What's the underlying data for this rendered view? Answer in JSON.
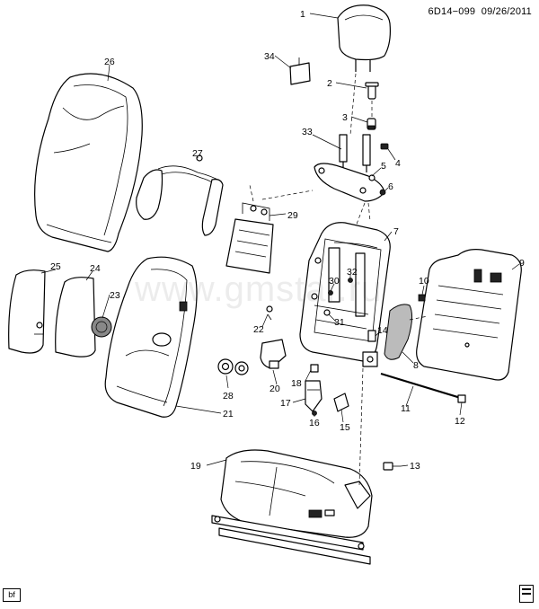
{
  "header": {
    "code": "6D14−099",
    "date": "09/26/2011"
  },
  "footer": {
    "tag": "bf"
  },
  "watermark": "www.gmstar.ru",
  "callouts": [
    "1",
    "2",
    "3",
    "4",
    "5",
    "6",
    "7",
    "8",
    "9",
    "10",
    "11",
    "12",
    "13",
    "14",
    "15",
    "16",
    "17",
    "18",
    "19",
    "20",
    "21",
    "22",
    "23",
    "24",
    "25",
    "26",
    "27",
    "28",
    "29",
    "30",
    "31",
    "32",
    "33",
    "34"
  ]
}
